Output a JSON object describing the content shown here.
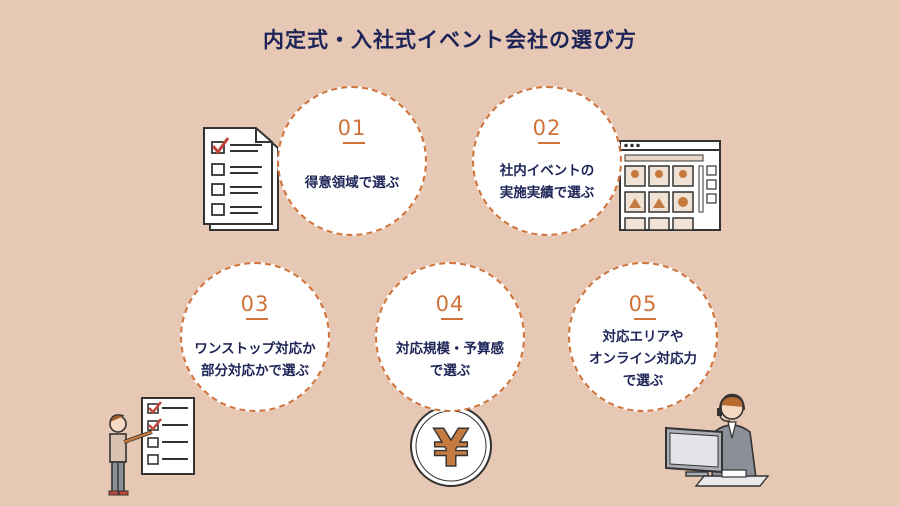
{
  "title": "内定式・入社式イベント会社の選び方",
  "steps": [
    {
      "num": "01",
      "lines": [
        "得意領域で選ぶ"
      ]
    },
    {
      "num": "02",
      "lines": [
        "社内イベントの",
        "実施実績で選ぶ"
      ]
    },
    {
      "num": "03",
      "lines": [
        "ワンストップ対応か",
        "部分対応かで選ぶ"
      ]
    },
    {
      "num": "04",
      "lines": [
        "対応規模・予算感",
        "で選ぶ"
      ]
    },
    {
      "num": "05",
      "lines": [
        "対応エリアや",
        "オンライン対応力",
        "で選ぶ"
      ]
    }
  ],
  "yen_symbol": "¥",
  "colors": {
    "background": "#e7c8b4",
    "accent": "#d0733a",
    "navy": "#1d2457"
  },
  "icons": [
    "checklist-document-icon",
    "browser-gallery-icon",
    "person-with-checklist-icon",
    "yen-coin-icon",
    "operator-at-computer-icon"
  ]
}
